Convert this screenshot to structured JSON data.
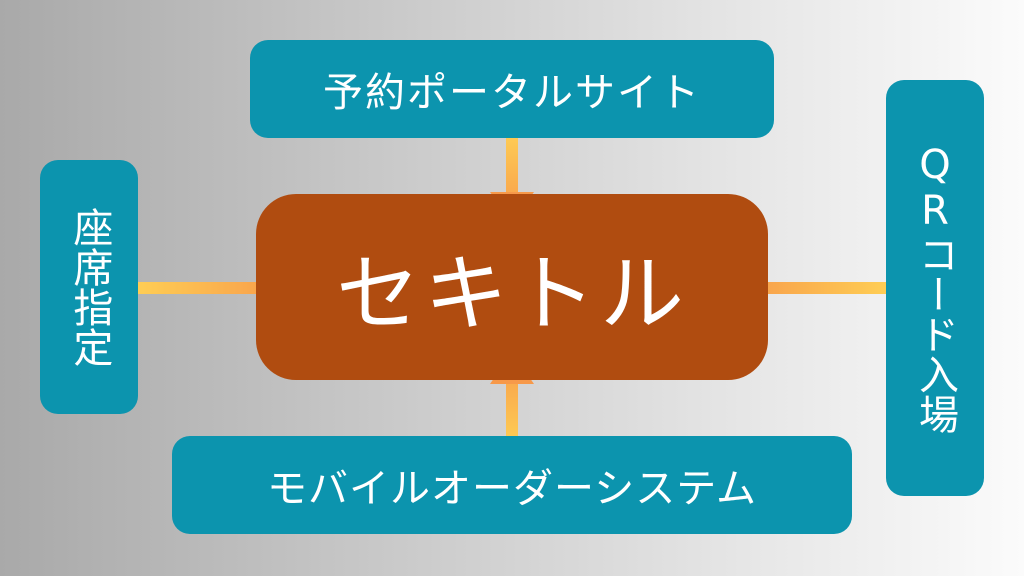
{
  "center_node": {
    "label": "セキトル"
  },
  "nodes": {
    "top": {
      "label": "予約ポータルサイト"
    },
    "bottom": {
      "label": "モバイルオーダーシステム"
    },
    "left": {
      "label": "座席指定"
    },
    "right": {
      "label": "QRコード入場"
    }
  },
  "colors": {
    "center_fill": "#b04c10",
    "node_fill": "#0c94ae",
    "arrow_start": "#ffd255",
    "arrow_end": "#f7994a"
  }
}
